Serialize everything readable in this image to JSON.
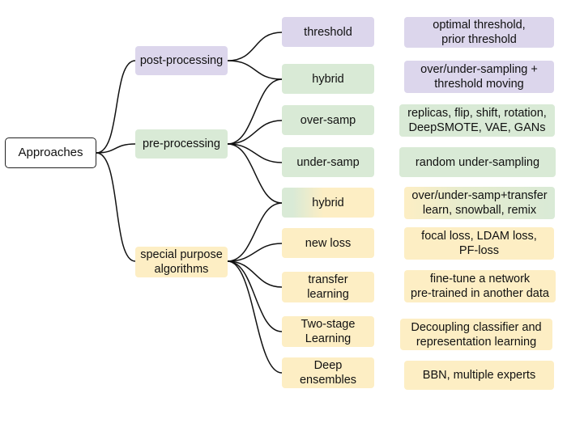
{
  "root": {
    "label": "Approaches"
  },
  "categories": [
    {
      "label": "post-processing",
      "color": "#dcd6ec"
    },
    {
      "label": "pre-processing",
      "color": "#d9ead6"
    },
    {
      "label": "special purpose\nalgorithms",
      "color": "#fdeec4"
    }
  ],
  "methods": [
    {
      "label": "threshold",
      "detail": "optimal threshold,\nprior threshold"
    },
    {
      "label": "hybrid",
      "detail": "over/under-sampling +\nthreshold moving"
    },
    {
      "label": "over-samp",
      "detail": "replicas, flip, shift, rotation,\nDeepSMOTE, VAE, GANs"
    },
    {
      "label": "under-samp",
      "detail": "random under-sampling"
    },
    {
      "label": "hybrid",
      "detail": "over/under-samp+transfer\nlearn, snowball, remix"
    },
    {
      "label": "new loss",
      "detail": "focal loss, LDAM loss,\nPF-loss"
    },
    {
      "label": "transfer\nlearning",
      "detail": "fine-tune a network\npre-trained in another data"
    },
    {
      "label": "Two-stage\nLearning",
      "detail": "Decoupling classifier and\nrepresentation learning"
    },
    {
      "label": "Deep\nensembles",
      "detail": "BBN, multiple experts"
    }
  ],
  "colors": {
    "purple": "#dcd6ec",
    "green": "#d9ead6",
    "yellow": "#fdeec4",
    "edge": "#111111"
  }
}
